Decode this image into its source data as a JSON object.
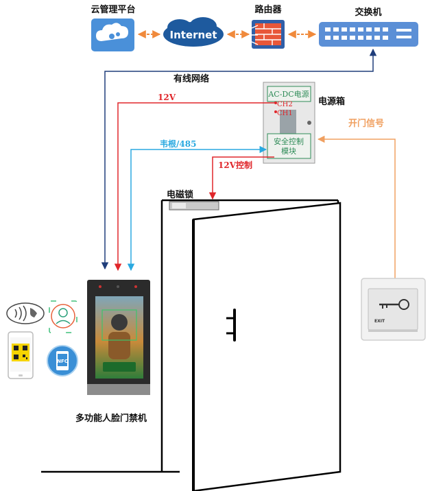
{
  "nodes": {
    "cloud_label": "云管理平台",
    "internet_label": "Internet",
    "router_label": "路由器",
    "switch_label": "交换机",
    "power_box_label": "电源箱",
    "psu_label": "AC-DC电源",
    "ch2_label": "CH2",
    "ch1_label": "CH1",
    "safety_module_line1": "安全控制",
    "safety_module_line2": "模块",
    "lock_label": "电磁锁",
    "terminal_label": "多功能人脸门禁机",
    "exit_button_text": "EXIT",
    "nfc_text": "NFC"
  },
  "connections": {
    "network": "有线网络",
    "power_12v": "12V",
    "wiegand": "韦根/485",
    "lock_control": "12V控制",
    "door_signal": "开门信号"
  },
  "colors": {
    "network_line": "#1f3d7a",
    "power_line": "#e0262a",
    "wiegand_line": "#2aa9e0",
    "door_signal_line": "#f0a060",
    "internet_link": "#f08a3c",
    "cloud_box": "#4a90d9",
    "internet_cloud": "#1e5a9e",
    "switch_box": "#5b8fd6",
    "psu_text": "#2e8b57"
  }
}
